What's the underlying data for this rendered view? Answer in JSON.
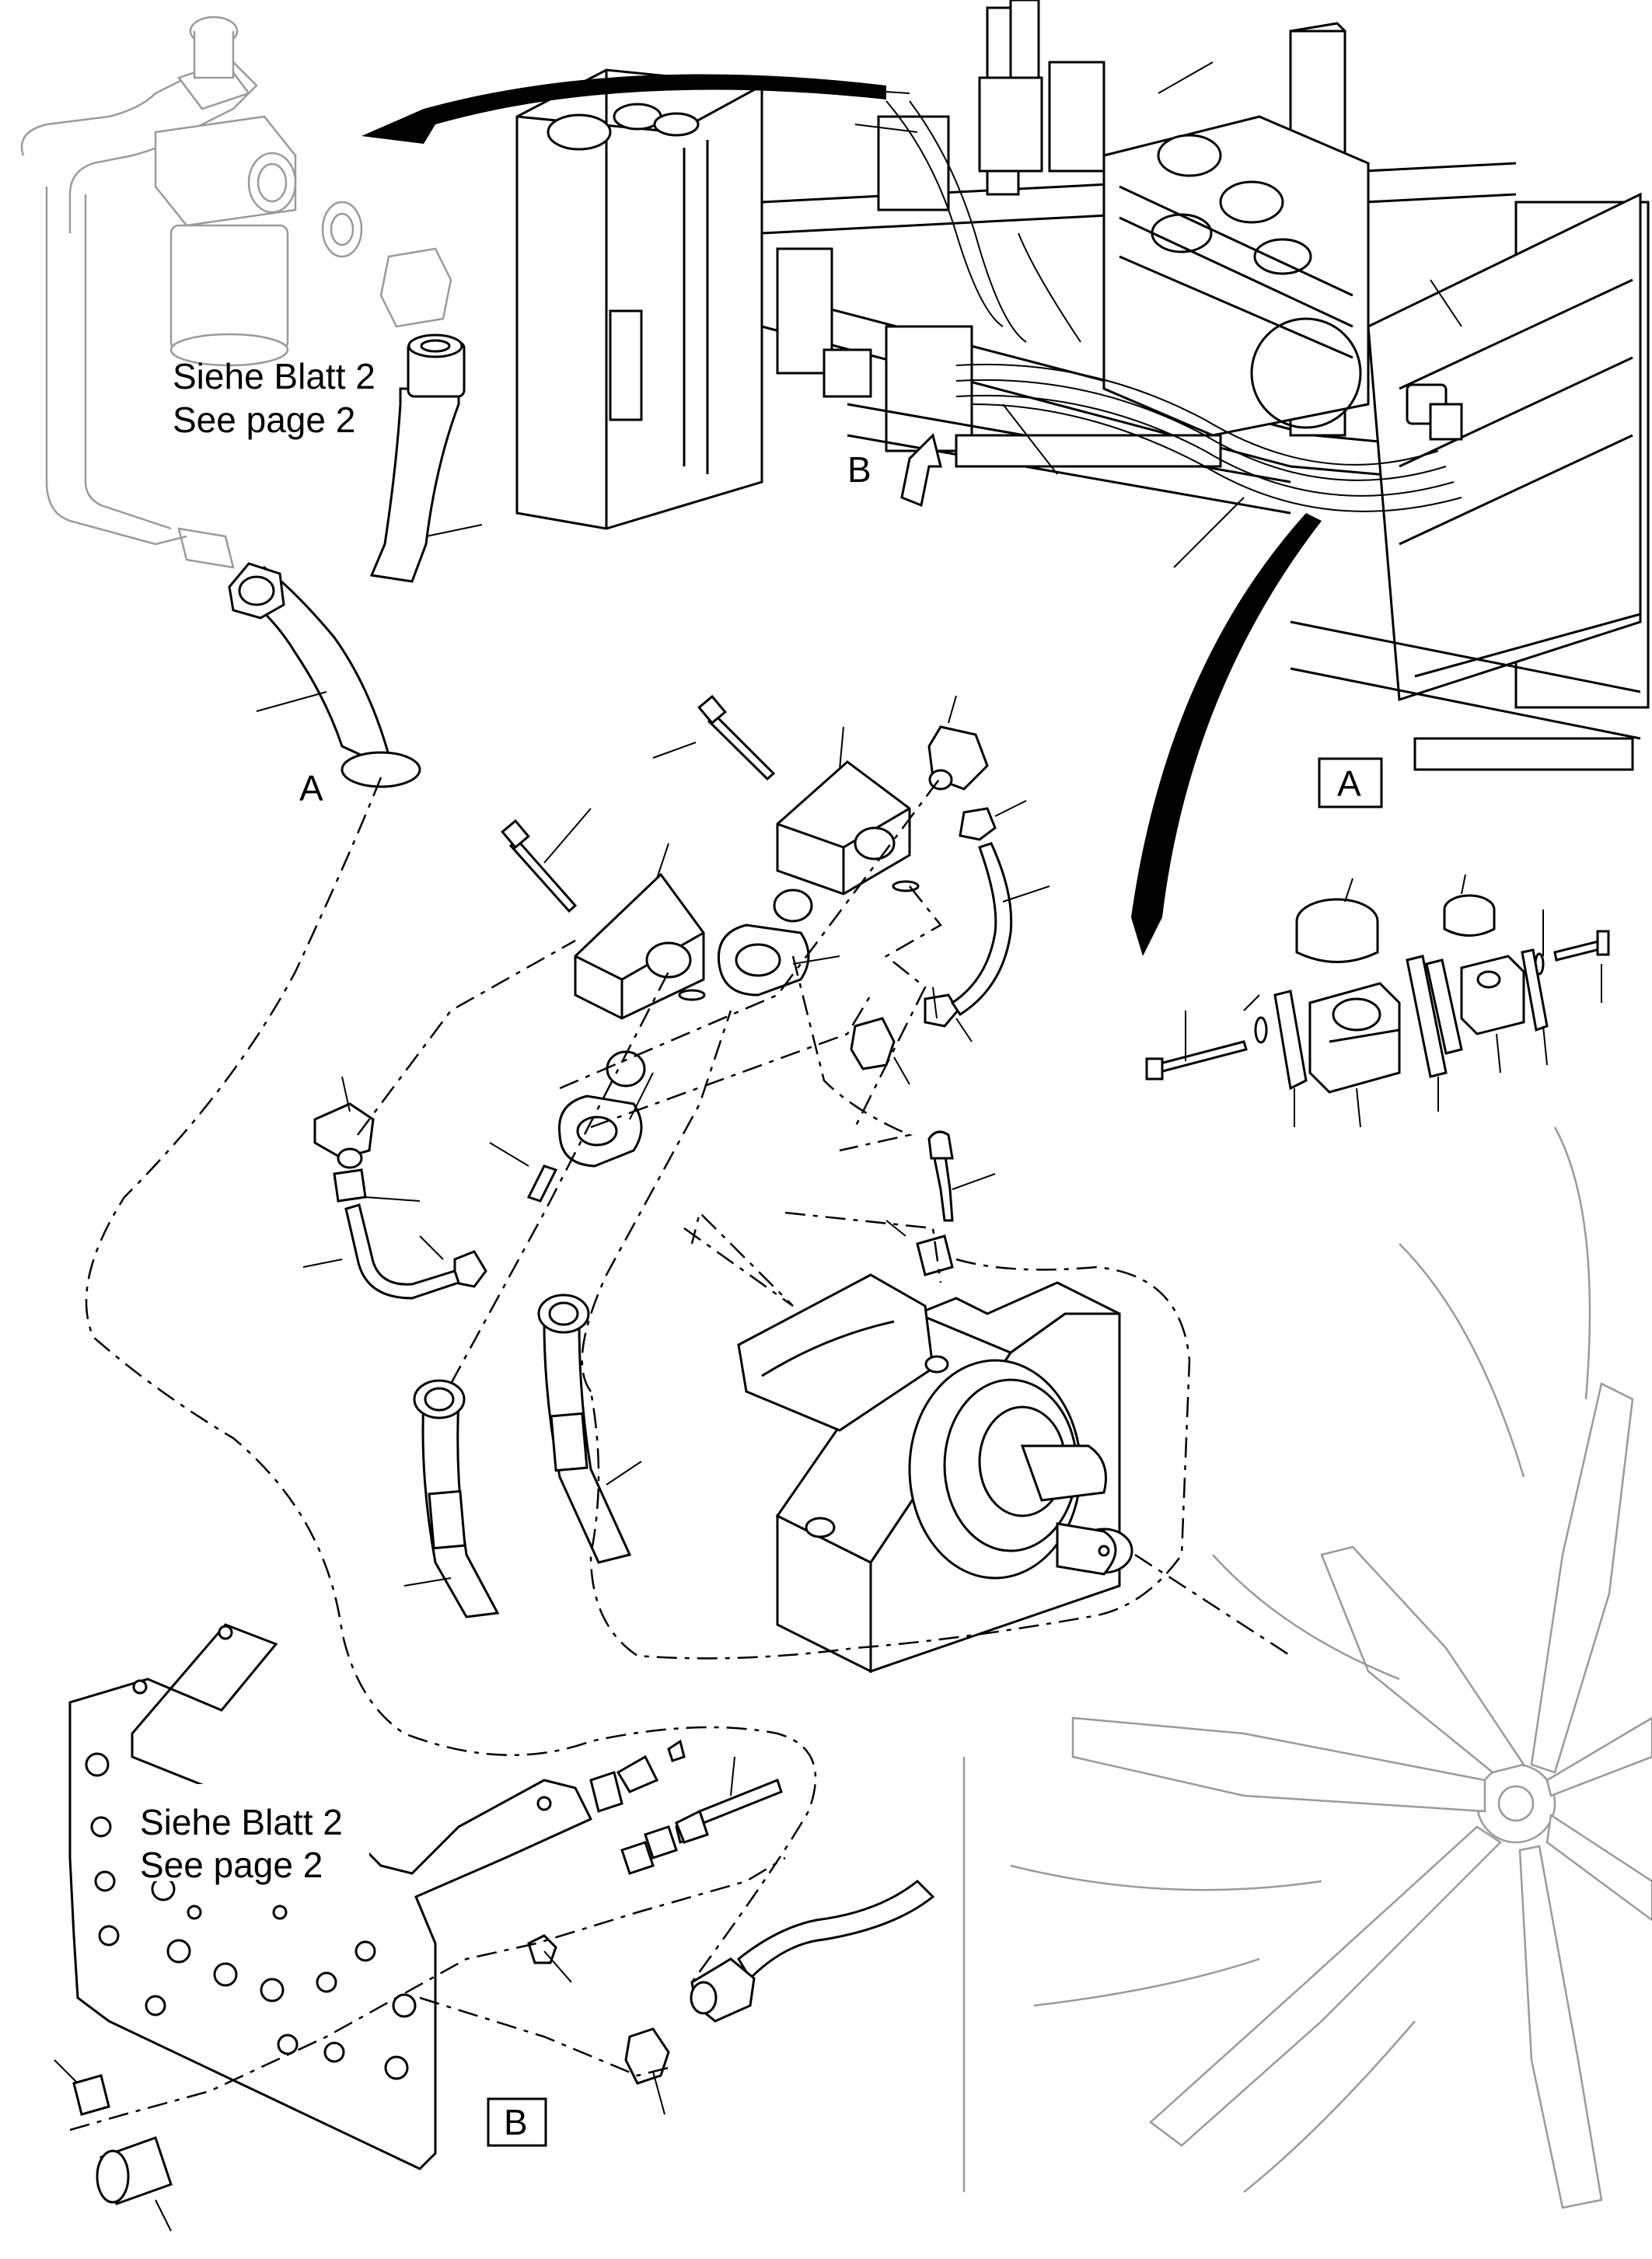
{
  "labels": {
    "ref_top_line1": "Siehe Blatt 2",
    "ref_top_line2": "See page 2",
    "ref_bottom_line1": "Siehe Blatt 2",
    "ref_bottom_line2": "See page 2",
    "view_a": "A",
    "view_b": "B",
    "detail_a": "A",
    "detail_b": "B"
  }
}
